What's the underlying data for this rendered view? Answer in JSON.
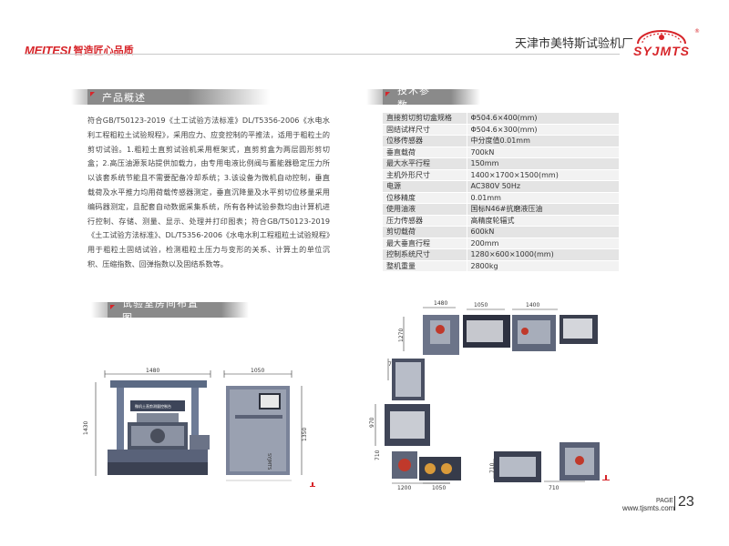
{
  "header": {
    "brand": "MEITESI",
    "slogan": "智造匠心品质",
    "company": "天津市美特斯试验机厂",
    "logo_text": "SYJMTS",
    "logo_mark": "®"
  },
  "sections": {
    "overview_title": "产品概述",
    "params_title": "技术参数",
    "layout_title": "试验室房间布置图"
  },
  "overview": {
    "text": "符合GB/T50123-2019《土工试验方法标准》DL/T5356-2006《水电水利工程粗粒土试验规程》，采用应力、应变控制的平推法，适用于粗粒土的剪切试验。1.粗粒土直剪试验机采用框架式，直剪剪盒为两层圆形剪切盒；2.高压油源泵站提供加载力，由专用电液比例阀与蓄能器稳定压力所以该套系统节能且不需要配备冷却系统；3.该设备为微机自动控制，垂直载荷及水平推力均用荷载传感器测定，垂直沉降量及水平剪切位移量采用编码器测定，且配套自动数据采集系统，所有各种试验参数均由计算机进行控制、存储、测量、显示、处理并打印图表；符合GB/T50123-2019《土工试验方法标准》、DL/T5356-2006《水电水利工程粗粒土试验规程》用于粗粒土固结试验，检测粗粒土压力与变形的关系、计算土的单位沉积、压缩指数、回弹指数以及固结系数等。"
  },
  "specs": [
    {
      "k": "直接剪切剪切盒规格",
      "v": "Φ504.6×400(mm)"
    },
    {
      "k": "固结试样尺寸",
      "v": "Φ504.6×300(mm)"
    },
    {
      "k": "位移传感器",
      "v": "中分度值0.01mm"
    },
    {
      "k": "垂直载荷",
      "v": "700kN"
    },
    {
      "k": "最大水平行程",
      "v": "150mm"
    },
    {
      "k": "主机外形尺寸",
      "v": "1400×1700×1500(mm)"
    },
    {
      "k": "电源",
      "v": "AC380V 50Hz"
    },
    {
      "k": "位移精度",
      "v": "0.01mm"
    },
    {
      "k": "使用油液",
      "v": "国标N46#抗磨液压油"
    },
    {
      "k": "压力传感器",
      "v": "高精度轮辐式"
    },
    {
      "k": "剪切载荷",
      "v": "600kN"
    },
    {
      "k": "最大垂直行程",
      "v": "200mm"
    },
    {
      "k": "控制系统尺寸",
      "v": "1280×600×1000(mm)"
    },
    {
      "k": "整机重量",
      "v": "2800kg"
    }
  ],
  "drawing_dims": {
    "front_width": "1480",
    "front_height": "1430",
    "side_width": "1050",
    "side_height": "1350",
    "cabinet_label": "微机土直剪测量控制台",
    "side_brand": "SYJMTS"
  },
  "plan_dims": {
    "d1480": "1480",
    "d1050": "1050",
    "d1400": "1400",
    "d710a": "710",
    "d1270": "1270",
    "d710b": "710",
    "d970": "970",
    "d710c": "710",
    "d1200": "1200",
    "d1050b": "1050",
    "d710d": "710",
    "d710e": "710"
  },
  "footer": {
    "page_label": "PAGE",
    "url": "www.tjsmts.com",
    "page_num": "23"
  },
  "colors": {
    "brand_red": "#d7252a",
    "tab_gray": "#8a8a8a"
  }
}
